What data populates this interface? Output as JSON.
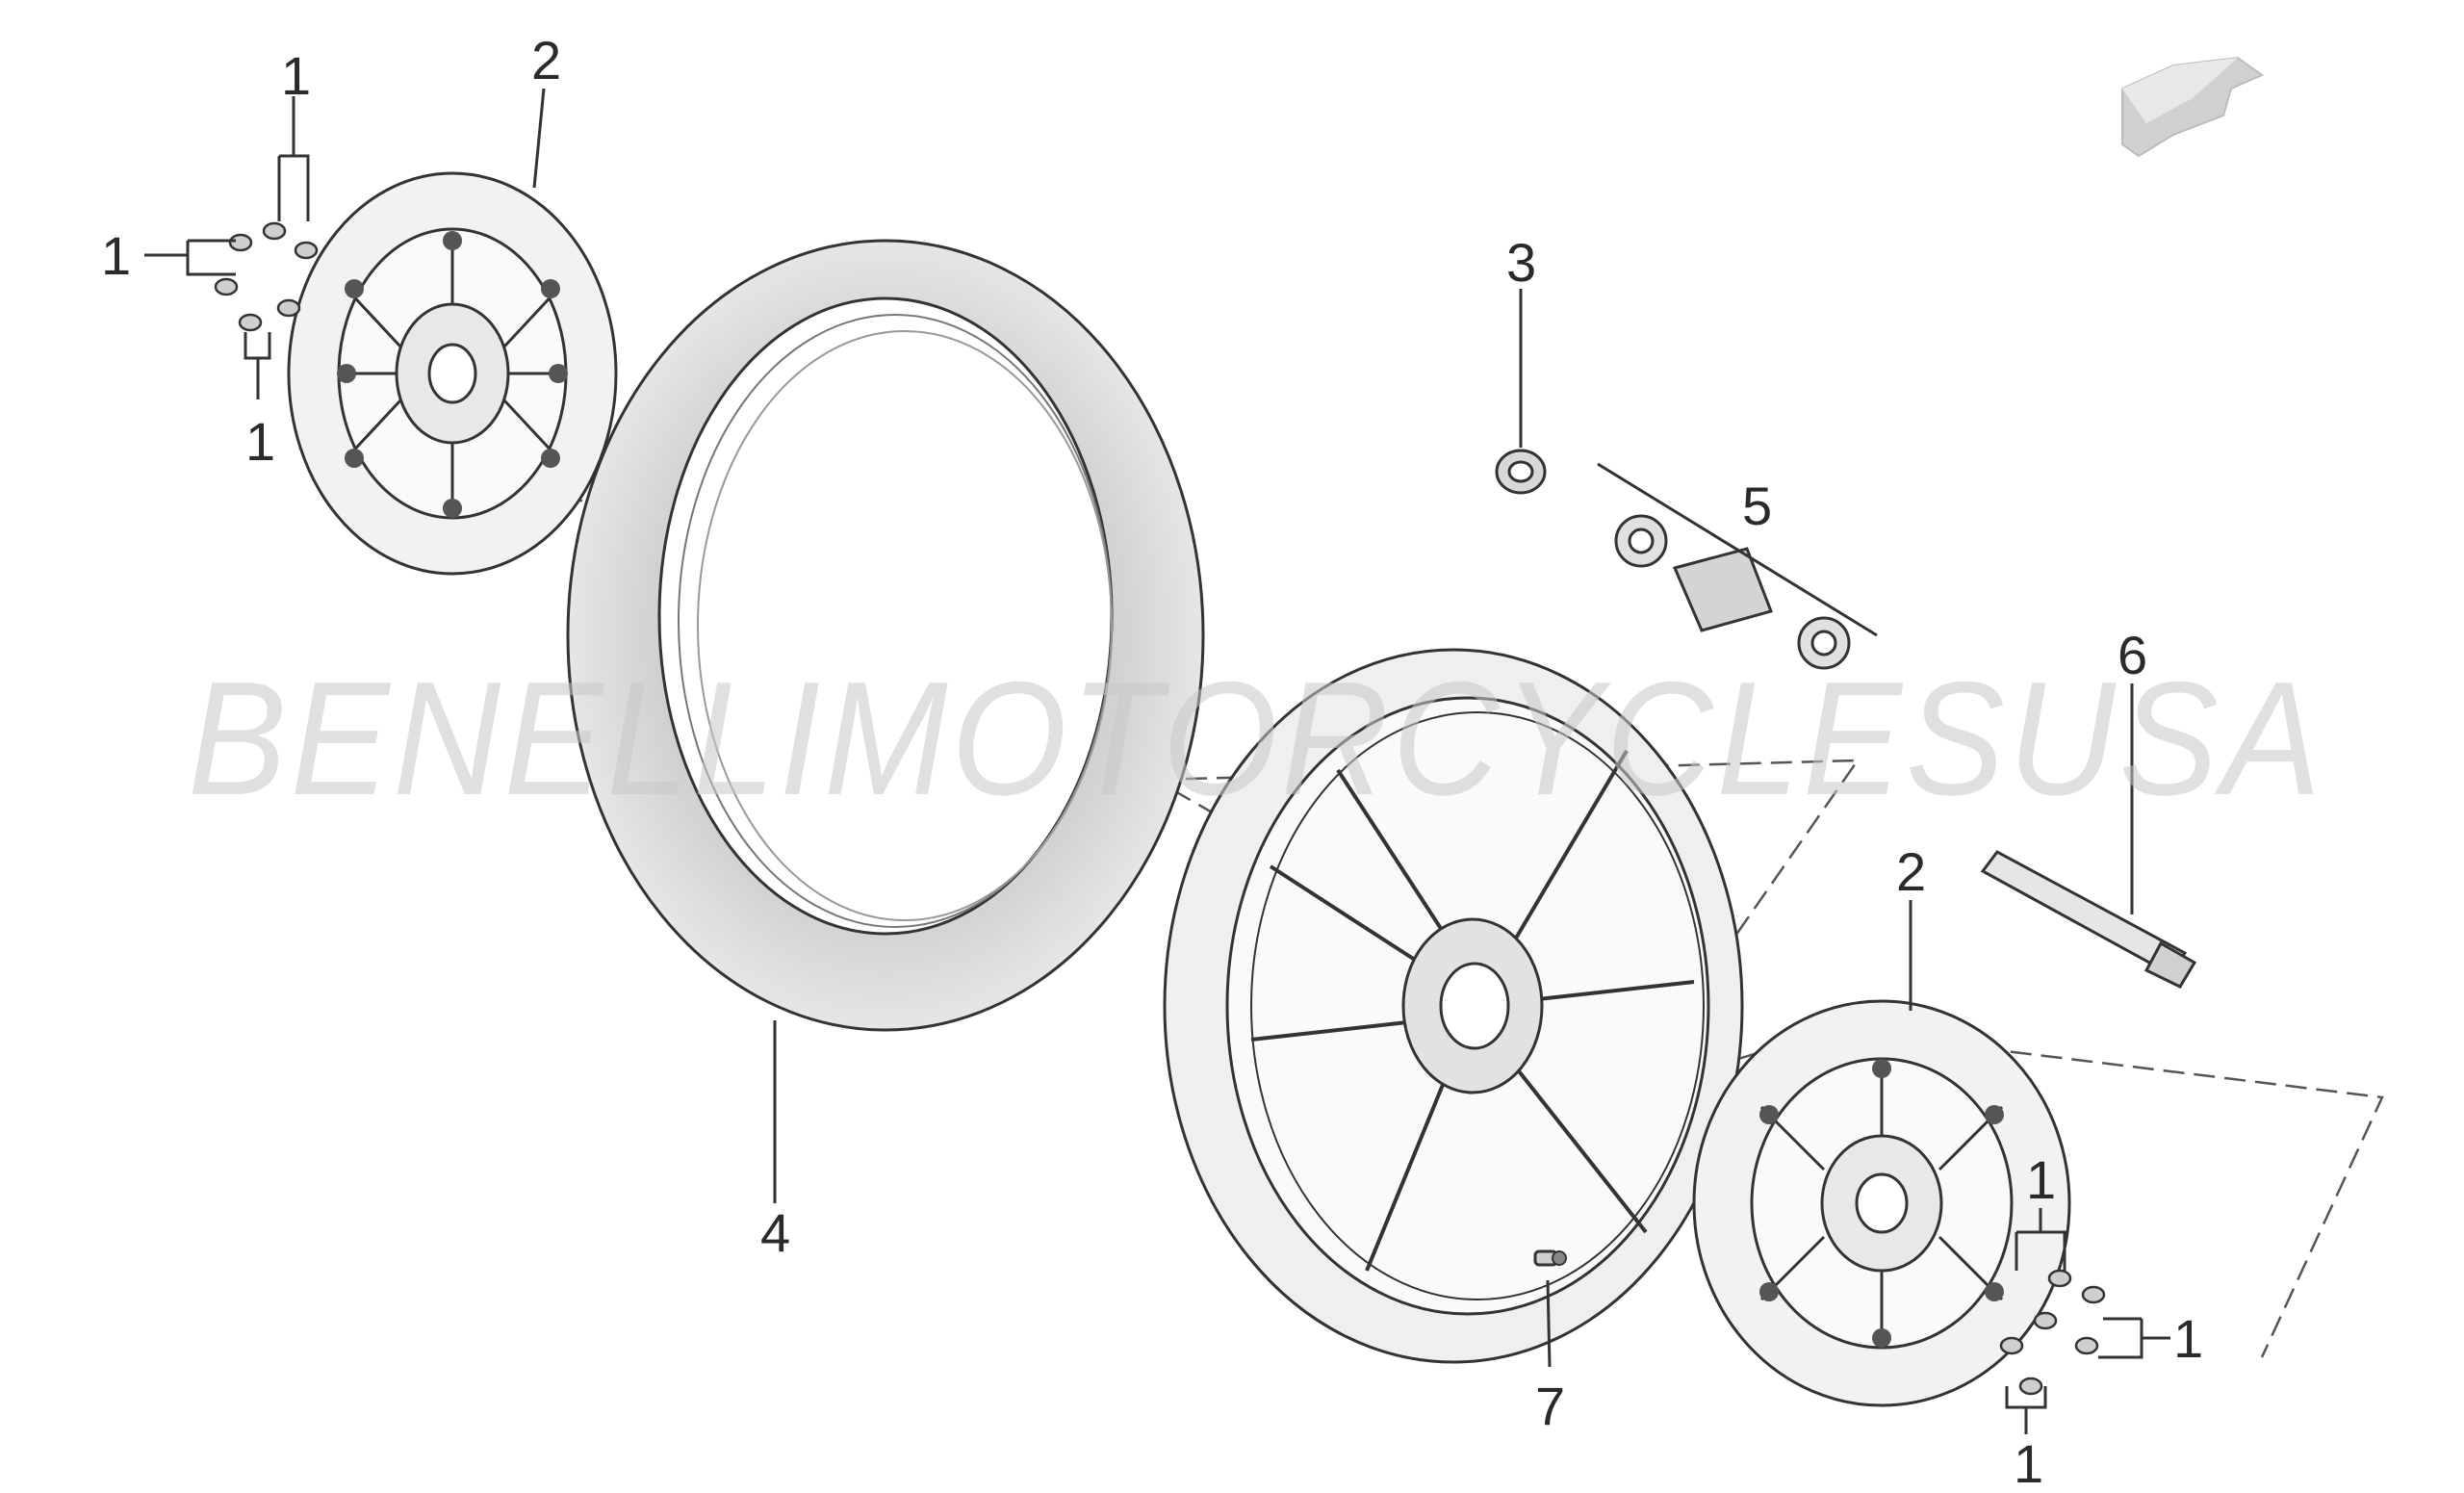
{
  "watermark": {
    "text": "BENELLIMOTORCYCLESUSA"
  },
  "callouts": {
    "bolts_left_top": "1",
    "bolts_left_side": "1",
    "bolts_left_bottom": "1",
    "disc_left": "2",
    "spacer": "3",
    "tyre": "4",
    "bearing_set": "5",
    "axle": "6",
    "disc_right": "2",
    "bolts_right_top": "1",
    "bolts_right_side": "1",
    "bolts_right_bottom": "1",
    "valve": "7"
  },
  "icons": {
    "orientation": "direction-arrow-icon"
  },
  "colors": {
    "line": "#333333",
    "part_fill": "#e6e6e6",
    "tyre_fill": "#dcdcdc",
    "watermark": "#c8c8c8"
  }
}
